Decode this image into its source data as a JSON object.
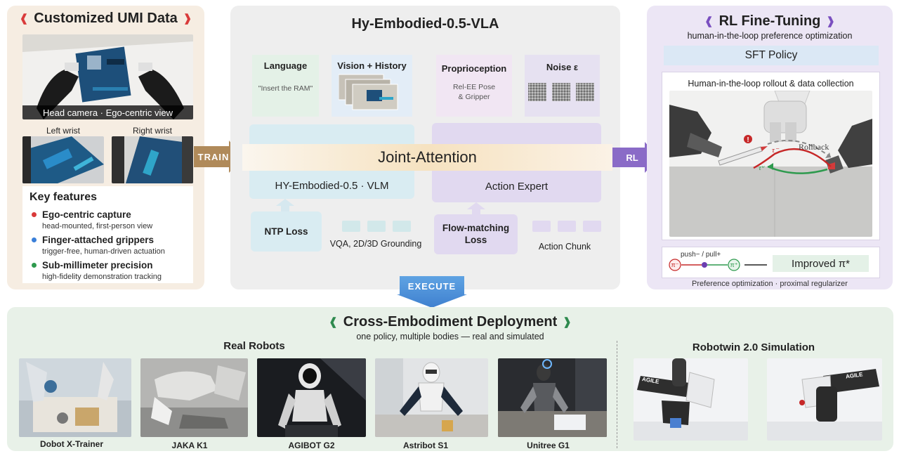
{
  "umi": {
    "title": "Customized UMI Data",
    "head_camera_caption": "Head camera · Ego-centric view",
    "left_wrist": "Left wrist",
    "right_wrist": "Right wrist",
    "key_features_title": "Key features",
    "features": [
      {
        "title": "Ego-centric capture",
        "desc": "head-mounted, first-person view",
        "color": "#d93a3a"
      },
      {
        "title": "Finger-attached grippers",
        "desc": "trigger-free, human-driven actuation",
        "color": "#3a7fd9"
      },
      {
        "title": "Sub-millimeter precision",
        "desc": "high-fidelity demonstration tracking",
        "color": "#2e9a4e"
      }
    ]
  },
  "vla": {
    "title": "Hy-Embodied-0.5-VLA",
    "language_title": "Language",
    "language_example": "\"Insert the RAM\"",
    "vision_title": "Vision + History",
    "proprio_title": "Proprioception",
    "proprio_desc_1": "Rel-EE Pose",
    "proprio_desc_2": "& Gripper",
    "noise_title": "Noise ε",
    "joint_attention": "Joint-Attention",
    "vlm_label": "HY-Embodied-0.5 · VLM",
    "action_expert_label": "Action Expert",
    "ntp_loss": "NTP Loss",
    "vqa_label": "VQA, 2D/3D Grounding",
    "flow_loss_1": "Flow-matching",
    "flow_loss_2": "Loss",
    "action_chunk": "Action Chunk"
  },
  "arrows": {
    "train": "TRAIN",
    "rl": "RL",
    "execute": "EXECUTE"
  },
  "rl": {
    "title": "RL Fine-Tuning",
    "subtitle": "human-in-the-loop preference optimization",
    "sft_policy": "SFT Policy",
    "rollout_title": "Human-in-the-loop rollout & data collection",
    "rollback": "Rollback",
    "push_pull": "push− / pull+",
    "pi_minus": "π⁻",
    "pi_plus": "π⁺",
    "improved": "Improved π*",
    "pref_caption": "Preference optimization · proximal regularizer"
  },
  "deploy": {
    "title": "Cross-Embodiment Deployment",
    "subtitle": "one policy, multiple bodies — real and simulated",
    "real_title": "Real Robots",
    "sim_title": "Robotwin 2.0 Simulation",
    "robots": [
      "Dobot X-Trainer",
      "JAKA K1",
      "AGIBOT G2",
      "Astribot S1",
      "Unitree G1"
    ],
    "sim_brand": "AGILE"
  },
  "colors": {
    "umi_bg": "#f6ede2",
    "vla_bg": "#eeeeee",
    "rl_bg": "#ece6f5",
    "deploy_bg": "#e8f1e8",
    "umi_accent": "#d93a3a",
    "rl_accent": "#7a4fc0",
    "deploy_accent": "#2e8a4e",
    "train_arrow": "#b08a5a",
    "rl_arrow": "#8a6bc7",
    "execute_arrow": "#4a90d9"
  }
}
